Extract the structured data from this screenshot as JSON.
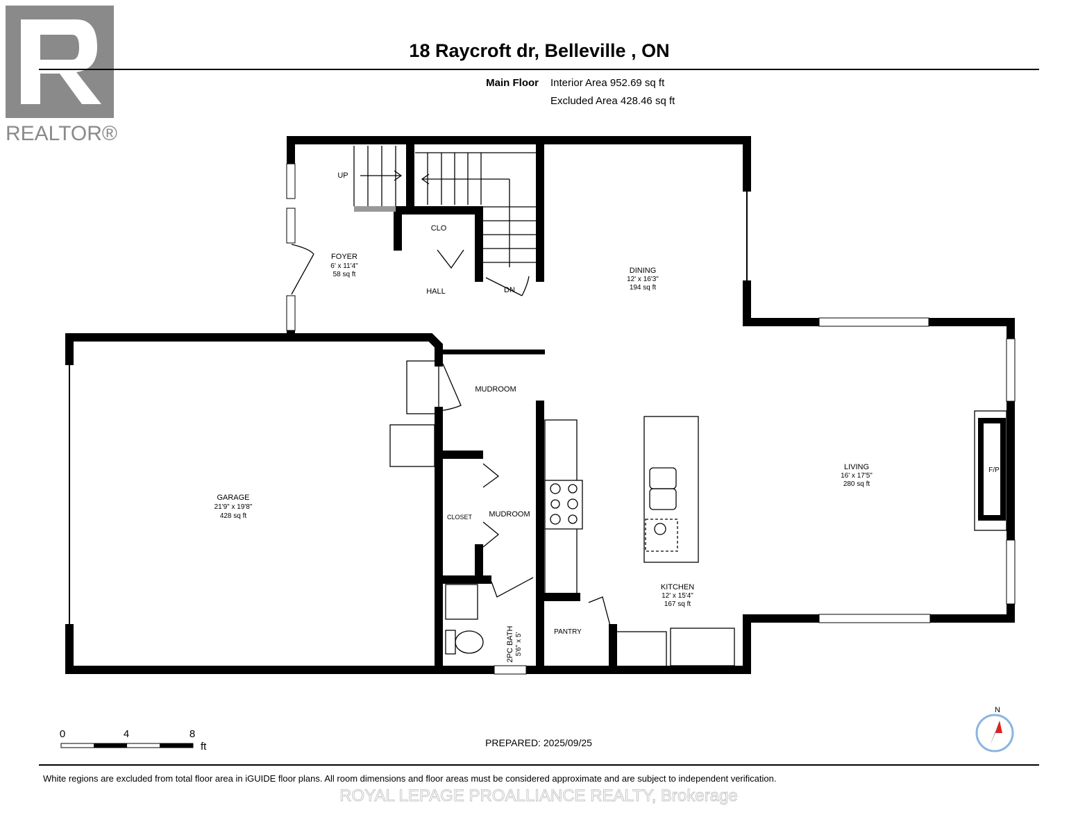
{
  "logo": {
    "text": "REALTOR®"
  },
  "header": {
    "title": "18 Raycroft dr, Belleville , ON",
    "floor_label": "Main Floor",
    "interior_area": "Interior Area 952.69 sq ft",
    "excluded_area": "Excluded Area 428.46 sq ft"
  },
  "rooms": {
    "foyer": {
      "name": "FOYER",
      "dims": "6' x 11'4\"",
      "area": "58 sq ft"
    },
    "clo": {
      "name": "CLO"
    },
    "hall": {
      "name": "HALL"
    },
    "up": {
      "name": "UP"
    },
    "dn": {
      "name": "DN"
    },
    "dining": {
      "name": "DINING",
      "dims": "12' x 16'3\"",
      "area": "194 sq ft"
    },
    "garage": {
      "name": "GARAGE",
      "dims": "21'9\" x 19'8\"",
      "area": "428 sq ft"
    },
    "mudroom1": {
      "name": "MUDROOM"
    },
    "mudroom2": {
      "name": "MUDROOM"
    },
    "closet": {
      "name": "CLOSET"
    },
    "bath": {
      "name": "2PC BATH",
      "dims": "5'6\" x 5'"
    },
    "pantry": {
      "name": "PANTRY"
    },
    "kitchen": {
      "name": "KITCHEN",
      "dims": "12' x 15'4\"",
      "area": "167 sq ft"
    },
    "living": {
      "name": "LIVING",
      "dims": "16' x 17'5\"",
      "area": "280 sq ft"
    },
    "fireplace": {
      "name": "F/P"
    }
  },
  "scale_bar": {
    "labels": [
      "0",
      "4",
      "8"
    ],
    "unit": "ft"
  },
  "compass": {
    "label": "N",
    "icon": "compass-icon",
    "needle_color": "#e02020"
  },
  "prepared": "PREPARED: 2025/09/25",
  "footer": {
    "disclaimer": "White regions are excluded from total floor area in iGUIDE floor plans. All room dimensions and floor areas must be considered approximate and are subject to independent verification.",
    "watermark": "ROYAL LEPAGE PROALLIANCE REALTY, Brokerage"
  }
}
